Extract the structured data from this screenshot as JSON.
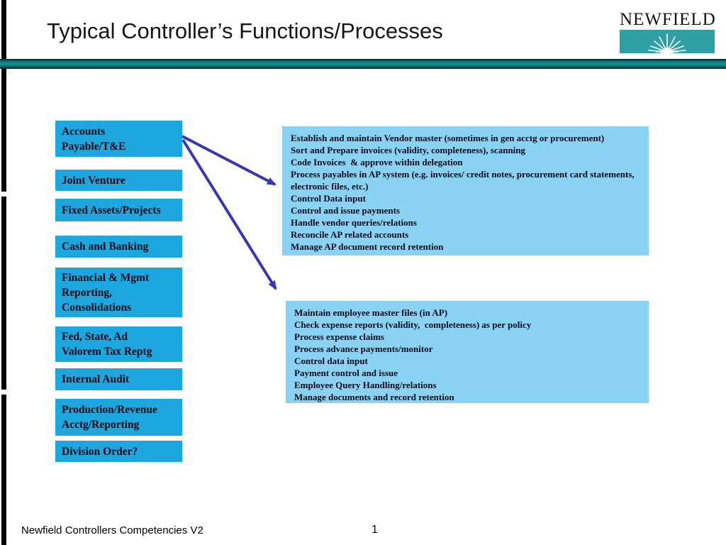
{
  "slide_title": "Typical Controller’s Functions/Processes",
  "logo": {
    "text": "NEWFIELD"
  },
  "colors": {
    "function_box": "#1ea6df",
    "panel": "#8ad2f4",
    "arrow": "#3737ae",
    "divider_teal": "#128f8d",
    "logo_teal": "#2f9fa1"
  },
  "function_boxes": {
    "items": [
      "Accounts\nPayable/T&E",
      "Joint Venture",
      "Fixed Assets/Projects",
      "Cash and Banking",
      "Financial & Mgmt\nReporting,\nConsolidations",
      "Fed, State, Ad\nValorem Tax Reptg",
      "Internal Audit",
      "Production/Revenue\nAcctg/Reporting",
      "Division Order?"
    ]
  },
  "panels": {
    "ap": {
      "lines": [
        "Establish and maintain Vendor master (sometimes in gen acctg or procurement)",
        "Sort and Prepare invoices (validity, completeness), scanning",
        "Code Invoices  & approve within delegation",
        "Process payables in AP system (e.g. invoices/ credit notes, procurement card statements, electronic files, etc.)",
        "Control Data input",
        "Control and issue payments",
        "Handle vendor queries/relations",
        "Reconcile AP related accounts",
        "Manage AP document record retention"
      ]
    },
    "expense": {
      "lines": [
        "Maintain employee master files (in AP)",
        "Check expense reports (validity,  completeness) as per policy",
        "Process expense claims",
        "Process advance payments/monitor",
        "Control data input",
        "Payment control and issue",
        "Employee Query Handling/relations",
        "Manage documents and record retention"
      ]
    }
  },
  "footer": {
    "left_text": "Newfield Controllers Competencies V2",
    "page_number": "1"
  }
}
